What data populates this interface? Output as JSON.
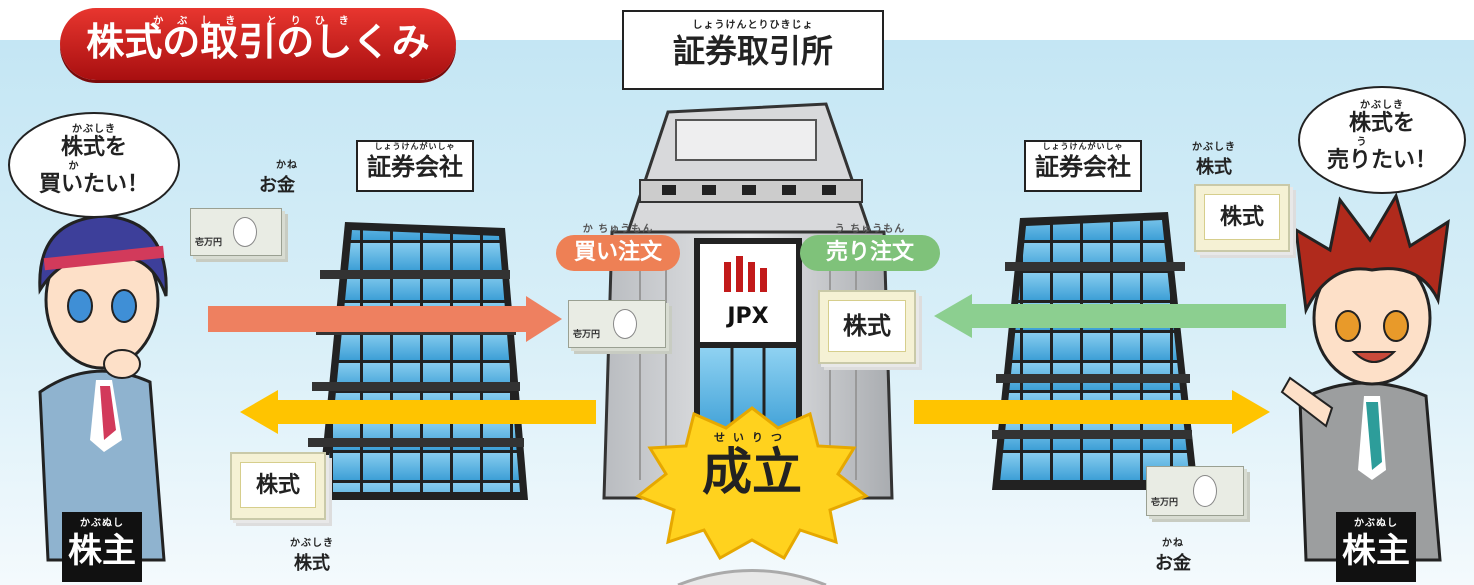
{
  "title": {
    "text": "株式の取引のしくみ",
    "ruby": "かぶしき とりひき"
  },
  "exchange": {
    "label": "証券取引所",
    "ruby": "しょうけんとりひきじょ"
  },
  "brokers": [
    {
      "label": "証券会社",
      "ruby": "しょうけんがいしゃ"
    },
    {
      "label": "証券会社",
      "ruby": "しょうけんがいしゃ"
    }
  ],
  "buyer": {
    "bubble_line1": "株式を",
    "bubble_line2": "買いたい！",
    "ruby1": "かぶしき",
    "ruby2": "か",
    "tag": "株主",
    "tag_ruby": "かぶぬし"
  },
  "seller": {
    "bubble_line1": "株式を",
    "bubble_line2": "売りたい！",
    "ruby1": "かぶしき",
    "ruby2": "う",
    "tag": "株主",
    "tag_ruby": "かぶぬし"
  },
  "orders": {
    "buy": {
      "label": "買い注文",
      "ruby": "か ちゅうもん",
      "color": "#ee8055"
    },
    "sell": {
      "label": "売り注文",
      "ruby": "う ちゅうもん",
      "color": "#7fc27a"
    }
  },
  "result": {
    "label": "成立",
    "ruby": "せいりつ"
  },
  "items": {
    "money": "お金",
    "money_ruby": "かね",
    "stock": "株式",
    "stock_ruby": "かぶしき",
    "stock_cert": "株式",
    "bill_text": "壱万円"
  },
  "building_sign": "JPX",
  "colors": {
    "title_red": "#c81e1e",
    "arrow_orange": "#ee8060",
    "arrow_green": "#8ccf90",
    "arrow_yellow": "#ffc400",
    "burst_yellow": "#ffd21e",
    "glass_blue": "#5cb8e6"
  }
}
